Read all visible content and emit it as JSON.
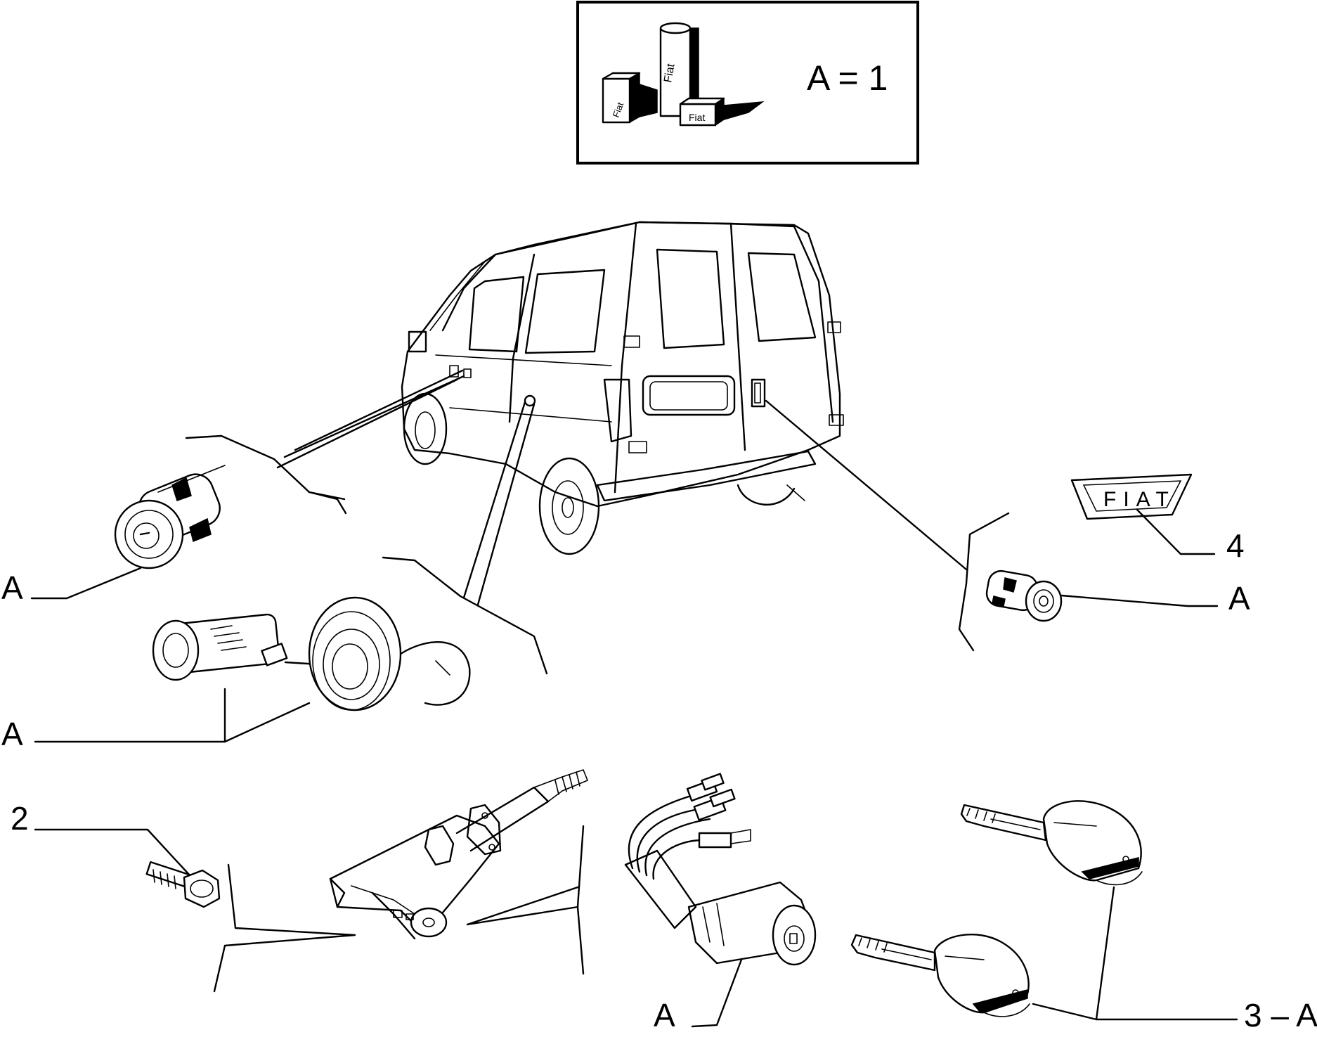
{
  "legend": {
    "kit_label": "A = 1",
    "kit_text": "Fiat",
    "colors": {
      "ink": "#000000",
      "paper": "#ffffff"
    }
  },
  "badge": {
    "text": "FIAT"
  },
  "callouts": {
    "lock_front_door": "A",
    "lock_sliding_door": "A",
    "lock_rear_door": "A",
    "screw": "2",
    "ignition_switch": "A",
    "keys": "3 – A",
    "badge": "4"
  }
}
